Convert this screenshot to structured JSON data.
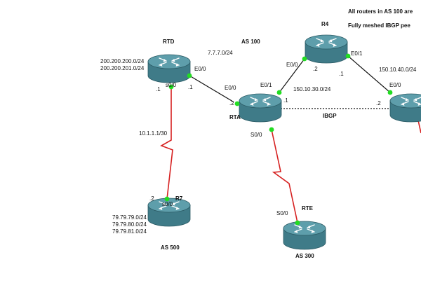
{
  "notes": {
    "line1": "All routers in AS 100 are",
    "line2": "Fully meshed IBGP pee"
  },
  "autonomous_systems": {
    "as100": "AS 100",
    "as500": "AS 500",
    "as300": "AS 300"
  },
  "routers": {
    "rtd": "RTD",
    "r4": "R4",
    "rta": "RTA",
    "r7": "R7",
    "rte": "RTE"
  },
  "subnets": {
    "rtd_net1": "200.200.200.0/24",
    "rtd_net2": "200.200.201.0/24",
    "rtd_rta": "7.7.7.0/24",
    "rta_r4": "150.10.30.0/24",
    "r4_right": "150.10.40.0/24",
    "rtd_r7": "10.1.1.1/30",
    "r7_net1": "79.79.79.0/24",
    "r7_net2": "79.79.80.0/24",
    "r7_net3": "79.79.81.0/24"
  },
  "interfaces": {
    "rtd_e0": "E0/0",
    "rtd_s0": "s0/0",
    "rta_e0": "E0/0",
    "rta_e1": "E0/1",
    "rta_s0": "S0/0",
    "r4_e0": "E0/0",
    "r4_e1": "E0/1",
    "right_e0": "E0/0",
    "r7_s0": "s0/0",
    "rte_s0": "S0/0"
  },
  "hosts": {
    "rtd_s0": ".1",
    "rtd_e0": ".1",
    "rta_e0": ".2",
    "rta_e1": ".1",
    "r4_e0": ".2",
    "r4_e1": ".1",
    "right_e0": ".2",
    "r7_s0": ".2"
  },
  "ibgp_label": "IBGP",
  "colors": {
    "router_top": "#5b9aa6",
    "router_body": "#3f7b88",
    "serial_link": "#d62020",
    "ethernet_link": "#111111",
    "port_dot": "#22dd22"
  }
}
